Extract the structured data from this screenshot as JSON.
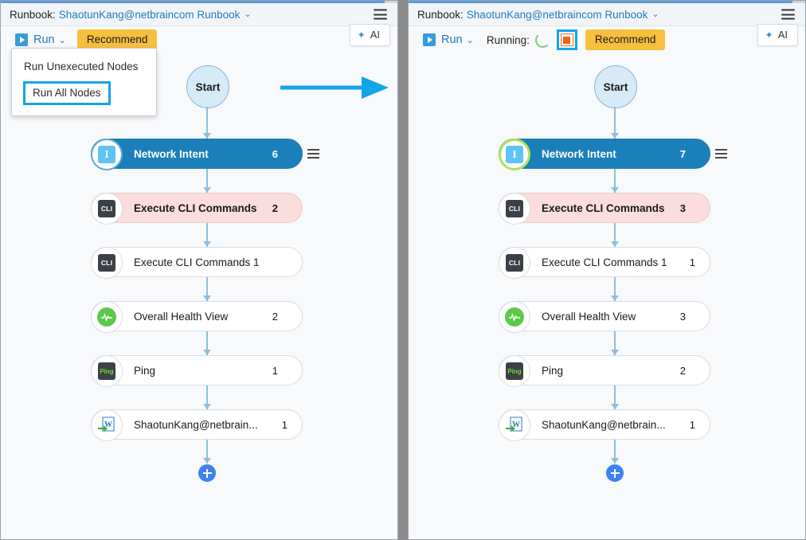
{
  "panels": [
    {
      "id": "left",
      "titlebar": {
        "prefix": "Runbook:",
        "name": "ShaotunKang@netbraincom Runbook",
        "caret": "⌄",
        "menu_icon": "hamburger-icon"
      },
      "toolbar": {
        "run_label": "Run",
        "run_caret": "⌄",
        "recommend_label": "Recommend",
        "ai_label": "AI",
        "ai_icon": "sparkle-icon",
        "running": false
      },
      "dropdown": {
        "visible": true,
        "items": [
          {
            "label": "Run Unexecuted Nodes",
            "highlighted": false
          },
          {
            "label": "Run All Nodes",
            "highlighted": true
          }
        ]
      },
      "start_label": "Start",
      "nodes": [
        {
          "label": "Network Intent",
          "count": "6",
          "icon": "intent-icon",
          "style": "selected",
          "menu": true,
          "running": false
        },
        {
          "label": "Execute CLI Commands",
          "count": "2",
          "icon": "cli-icon",
          "style": "pink",
          "menu": false,
          "running": false
        },
        {
          "label": "Execute CLI Commands 1",
          "count": "",
          "icon": "cli-icon",
          "style": "plain",
          "menu": false,
          "running": false
        },
        {
          "label": "Overall Health View",
          "count": "2",
          "icon": "health-icon",
          "style": "plain",
          "menu": false,
          "running": false
        },
        {
          "label": "Ping",
          "count": "1",
          "icon": "ping-icon",
          "style": "plain",
          "menu": false,
          "running": false
        },
        {
          "label": "ShaotunKang@netbrain...",
          "count": "1",
          "icon": "document-icon",
          "style": "plain",
          "menu": false,
          "running": false
        }
      ],
      "add_node_icon": "plus-icon"
    },
    {
      "id": "right",
      "titlebar": {
        "prefix": "Runbook:",
        "name": "ShaotunKang@netbraincom Runbook",
        "caret": "⌄",
        "menu_icon": "hamburger-icon"
      },
      "toolbar": {
        "run_label": "Run",
        "run_caret": "⌄",
        "running_label": "Running:",
        "stop_icon": "stop-square-icon",
        "recommend_label": "Recommend",
        "ai_label": "AI",
        "ai_icon": "sparkle-icon",
        "running": true
      },
      "dropdown": {
        "visible": false,
        "items": []
      },
      "start_label": "Start",
      "nodes": [
        {
          "label": "Network Intent",
          "count": "7",
          "icon": "intent-icon",
          "style": "selected",
          "menu": true,
          "running": true
        },
        {
          "label": "Execute CLI Commands",
          "count": "3",
          "icon": "cli-icon",
          "style": "pink",
          "menu": false,
          "running": false
        },
        {
          "label": "Execute CLI Commands 1",
          "count": "1",
          "icon": "cli-icon",
          "style": "plain",
          "menu": false,
          "running": false
        },
        {
          "label": "Overall Health View",
          "count": "3",
          "icon": "health-icon",
          "style": "plain",
          "menu": false,
          "running": false
        },
        {
          "label": "Ping",
          "count": "2",
          "icon": "ping-icon",
          "style": "plain",
          "menu": false,
          "running": false
        },
        {
          "label": "ShaotunKang@netbrain...",
          "count": "1",
          "icon": "document-icon",
          "style": "plain",
          "menu": false,
          "running": false
        }
      ],
      "add_node_icon": "plus-icon"
    }
  ],
  "annotation": {
    "arrow_icon": "right-arrow-annotation",
    "color": "#12a5e8"
  },
  "colors": {
    "accent_blue": "#1f7ac4",
    "selected_node": "#1b7fba",
    "recommend_yellow": "#f7bf3e",
    "highlight_cyan": "#12a5e8",
    "error_pink": "#fbdddd",
    "running_green": "#b4e05a",
    "stop_orange": "#f4601a"
  },
  "icon_glyphs": {
    "intent-icon": "I",
    "cli-icon": "CLI",
    "ping-icon": "Ping"
  }
}
